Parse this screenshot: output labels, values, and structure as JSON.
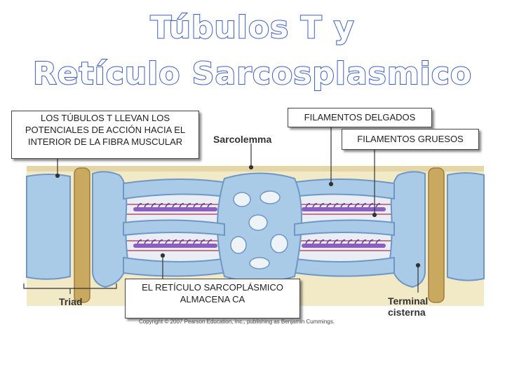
{
  "title": {
    "line1": "Túbulos T y",
    "line2": "Retículo Sarcosplasmico"
  },
  "notes": {
    "t_tubules": "LOS TÚBULOS T LLEVAN LOS POTENCIALES DE ACCIÓN HACIA EL INTERIOR DE LA FIBRA MUSCULAR",
    "thin_filaments": "FILAMENTOS DELGADOS",
    "thick_filaments": "FILAMENTOS GRUESOS",
    "sr": "EL RETÍCULO SARCOPLÁSMICO ALMACENA CA"
  },
  "labels": {
    "sarcolemma": "Sarcolemma",
    "triad": "Triad",
    "terminal": "Terminal",
    "cisterna": "cisterna"
  },
  "copyright": "Copyright © 2007 Pearson Education, Inc., publishing as Benjamin Cummings.",
  "colors": {
    "title_outline": "#3b5cc4",
    "sr_blue": "#a9cbe8",
    "sr_outline": "#6f97c6",
    "t_tubule": "#c9a860",
    "sarcolemma": "#f1e7c2",
    "thin_filament": "#c24a6a",
    "thick_filament": "#8a5fc0"
  }
}
